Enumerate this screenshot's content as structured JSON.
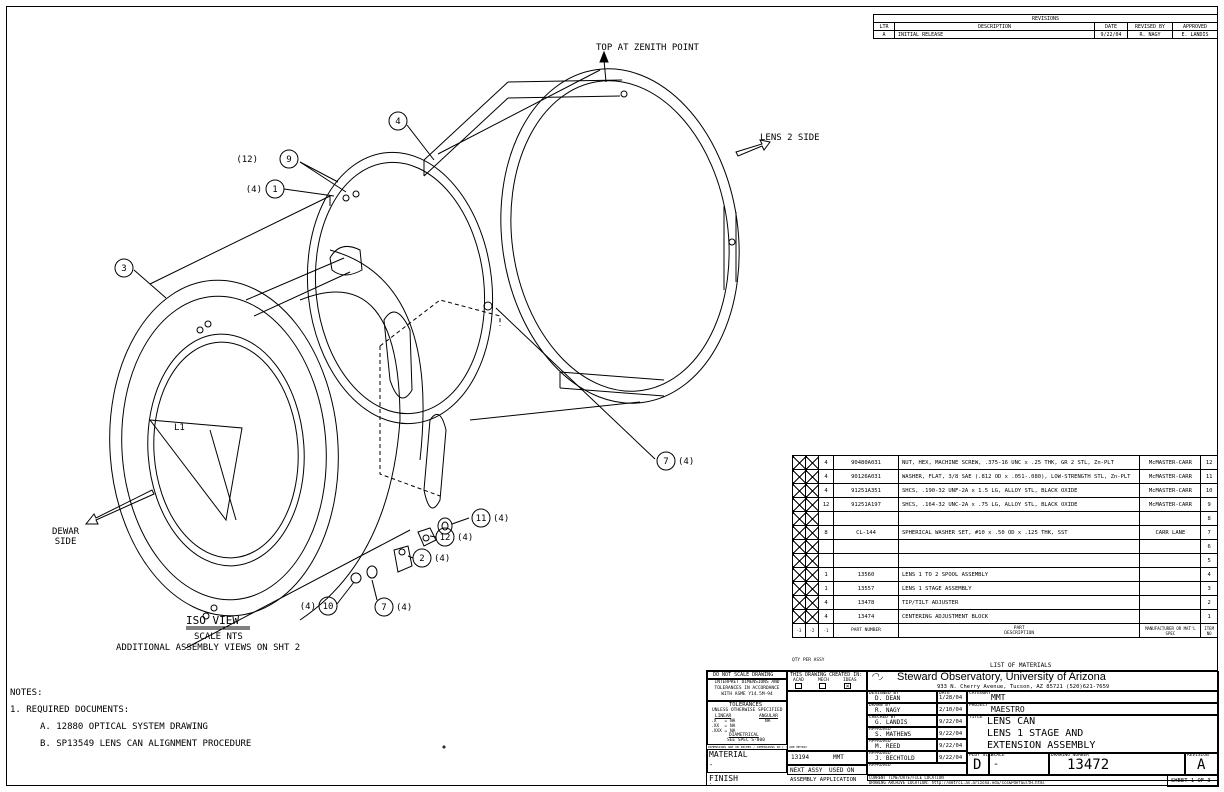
{
  "revisions": {
    "title": "REVISIONS",
    "headers": [
      "LTR",
      "DESCRIPTION",
      "DATE",
      "REVISED BY",
      "APPROVED"
    ],
    "rows": [
      [
        "A",
        "INITIAL RELEASE",
        "9/22/04",
        "R. NAGY",
        "E. LANDIS"
      ]
    ]
  },
  "callouts": {
    "zenith": "TOP AT ZENITH POINT",
    "lens2": "LENS 2 SIDE",
    "dewar": "DEWAR\nSIDE",
    "lens_label": "L1",
    "balloons": [
      {
        "num": "9",
        "qty": "(12)"
      },
      {
        "num": "1",
        "qty": "(4)"
      },
      {
        "num": "4",
        "qty": ""
      },
      {
        "num": "3",
        "qty": ""
      },
      {
        "num": "7",
        "qty": "(4)"
      },
      {
        "num": "11",
        "qty": "(4)"
      },
      {
        "num": "12",
        "qty": "(4)"
      },
      {
        "num": "2",
        "qty": "(4)"
      },
      {
        "num": "10",
        "qty": "(4)"
      },
      {
        "num": "7",
        "qty": "(4)"
      }
    ]
  },
  "view": {
    "title": "ISO VIEW",
    "scale": "SCALE NTS",
    "note": "ADDITIONAL ASSEMBLY VIEWS ON SHT 2"
  },
  "notes": {
    "heading": "NOTES:",
    "item1": "1.  REQUIRED DOCUMENTS:",
    "a": "A.  12880 OPTICAL SYSTEM DRAWING",
    "b": "B.  SP13549 LENS CAN ALIGNMENT PROCEDURE"
  },
  "bom": {
    "rows": [
      {
        "qty": "4",
        "part": "90480A031",
        "desc": "NUT, HEX, MACHINE SCREW, .375-16 UNC x .25 THK, GR 2 STL, Zn-PLT",
        "mfr": "McMASTER-CARR",
        "item": "12"
      },
      {
        "qty": "4",
        "part": "90126A031",
        "desc": "WASHER, FLAT, 3/8 SAE (.812 OD x .051-.080), LOW-STRENGTH STL, Zn-PLT",
        "mfr": "McMASTER-CARR",
        "item": "11"
      },
      {
        "qty": "4",
        "part": "91251A351",
        "desc": "SHCS, .190-32 UNF-2A x 1.5 LG, ALLOY STL, BLACK OXIDE",
        "mfr": "McMASTER-CARR",
        "item": "10"
      },
      {
        "qty": "12",
        "part": "91251A197",
        "desc": "SHCS, .164-32 UNC-2A x .75 LG, ALLOY STL, BLACK OXIDE",
        "mfr": "McMASTER-CARR",
        "item": "9"
      },
      {
        "qty": "",
        "part": "",
        "desc": "",
        "mfr": "",
        "item": "8"
      },
      {
        "qty": "8",
        "part": "CL-144",
        "desc": "SPHERICAL WASHER SET, #10 x .50 OD x .125 THK, SST",
        "mfr": "CARR LANE",
        "item": "7"
      },
      {
        "qty": "",
        "part": "",
        "desc": "",
        "mfr": "",
        "item": "6"
      },
      {
        "qty": "",
        "part": "",
        "desc": "",
        "mfr": "",
        "item": "5"
      },
      {
        "qty": "1",
        "part": "13560",
        "desc": "LENS 1 TO 2 SPOOL ASSEMBLY",
        "mfr": "",
        "item": "4"
      },
      {
        "qty": "1",
        "part": "13557",
        "desc": "LENS 1 STAGE ASSEMBLY",
        "mfr": "",
        "item": "3"
      },
      {
        "qty": "4",
        "part": "13478",
        "desc": "TIP/TILT ADJUSTER",
        "mfr": "",
        "item": "2"
      },
      {
        "qty": "4",
        "part": "13474",
        "desc": "CENTERING ADJUSTMENT BLOCK",
        "mfr": "",
        "item": "1"
      }
    ],
    "header": {
      "dash": [
        "-3",
        "-2",
        "-1"
      ],
      "qty_per": "QTY PER ASSY",
      "part": "PART NUMBER",
      "desc_top": "PART",
      "desc_bot": "DESCRIPTION",
      "mfr": "MANUFACTURER OR MAT'L SPEC",
      "item": "ITEM NO"
    },
    "caption": "LIST OF MATERIALS"
  },
  "titleblock": {
    "do_not_scale": "DO NOT SCALE DRAWING",
    "interpret": "INTERPRET DIMENSIONS AND\nTOLERANCES IN ACCORDANCE\nWITH ASME Y14.5M-94",
    "tol_title": "TOLERANCES",
    "tol_sub": "UNLESS OTHERWISE SPECIFIED",
    "linear": "LINEAR",
    "angular": "ANGULAR",
    "tol_lines": ".X   = NA\n.XX  = NA\n.XXX = NA",
    "angular_val": "NA",
    "diametrical": "DIAMETRICAL",
    "spec": "SEE SPEC S-000",
    "dims_note": "DIMENSIONS ARE IN INCHES / DIMENSIONS IN [ ] ARE METRIC",
    "material_label": "MATERIAL",
    "material_val": "-",
    "finish_label": "FINISH",
    "finish_val": "-",
    "created_in": "THIS DRAWING CREATED IN:",
    "cad": [
      "ACAD",
      "MECH",
      "IDEAS"
    ],
    "org": "Steward Observatory, University of Arizona",
    "address": "933 N. Cherry Avenue, Tucson, AZ  85721  (520)621-7659",
    "designed_lbl": "DESIGNED BY",
    "designed": "D. DEAN",
    "designed_date": "1/28/04",
    "drawn_lbl": "DRAWN BY",
    "drawn": "R. NAGY",
    "drawn_date": "2/10/04",
    "checked_lbl": "CHECKED BY",
    "checked": "G. LANDIS",
    "checked_date": "9/22/04",
    "approved_lbl": "APPROVED",
    "approved1": "S. MATHEWS",
    "approved1_date": "9/22/04",
    "approved2": "M. REED",
    "approved2_date": "9/22/04",
    "approved3": "J. BECHTOLD",
    "approved3_date": "9/22/04",
    "approved4_lbl": "APPROVED",
    "date_lbl": "DATE",
    "category_lbl": "CATEGORY",
    "category": "MMT",
    "project_lbl": "PROJECT",
    "project": "MAESTRO",
    "title_lbl": "TITLE",
    "title1": "LENS CAN",
    "title2": "LENS 1 STAGE AND",
    "title3": "EXTENSION ASSEMBLY",
    "plot_size_lbl": "PLOT SIZE",
    "plot_size": "D",
    "scale_lbl": "SCALE",
    "scale": "-",
    "dwg_lbl": "DRAWING NUMBER",
    "dwg_no": "13472",
    "rev_lbl": "REVISION",
    "rev": "A",
    "next_assy_val": "13194",
    "used_on_val": "MMT",
    "next_assy": "NEXT ASSY",
    "used_on": "USED ON",
    "assy_app": "ASSEMBLY APPLICATION",
    "current_time": "CURRENT TIME/DATE/FILE LOCATION",
    "archive": "DRAWING ARCHIVE LOCATION: http://mmtrc1.as.arizona.edu/scs&PdefaultH.html",
    "sheet": "SHEET 1 OF 3"
  }
}
